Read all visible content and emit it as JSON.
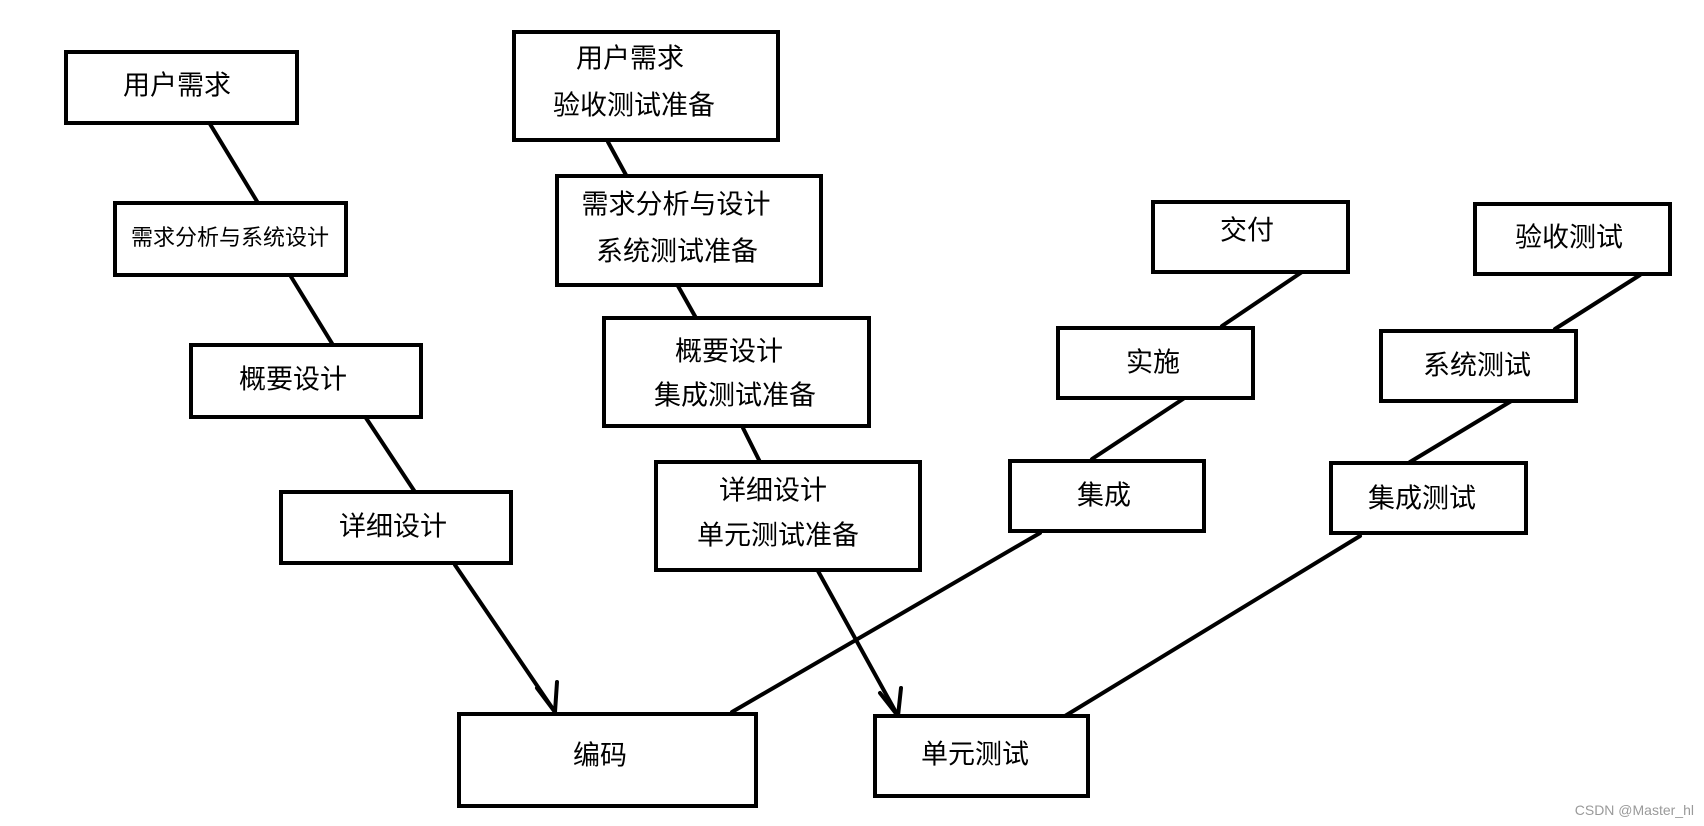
{
  "diagram": {
    "left_column": {
      "user_requirements": "用户需求",
      "requirements_analysis": "需求分析与系统设计",
      "outline_design": "概要设计",
      "detailed_design": "详细设计"
    },
    "middle_column": {
      "acceptance_prep": [
        "用户需求",
        "验收测试准备"
      ],
      "system_test_prep": [
        "需求分析与设计",
        "系统测试准备"
      ],
      "integration_test_prep": [
        "概要设计",
        "集成测试准备"
      ],
      "unit_test_prep": [
        "详细设计",
        "单元测试准备"
      ]
    },
    "bottom": {
      "coding": "编码",
      "unit_test": "单元测试"
    },
    "right_column_a": {
      "integration": "集成",
      "implementation": "实施",
      "delivery": "交付"
    },
    "right_column_b": {
      "integration_test": "集成测试",
      "system_test": "系统测试",
      "acceptance_test": "验收测试"
    },
    "watermark": "CSDN @Master_hl"
  }
}
